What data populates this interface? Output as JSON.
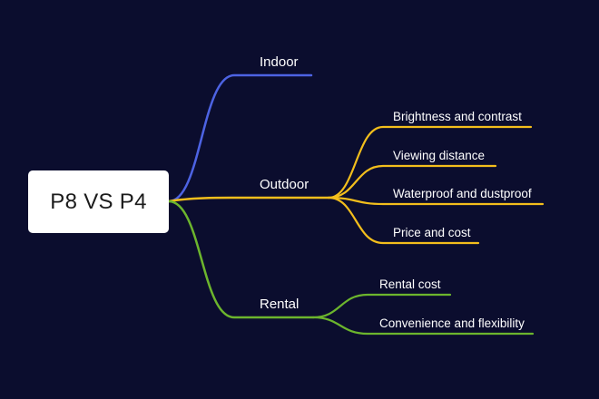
{
  "mindmap": {
    "root": {
      "label": "P8 VS P4"
    },
    "branches": [
      {
        "label": "Indoor",
        "color": "#4d63e3",
        "children": []
      },
      {
        "label": "Outdoor",
        "color": "#f3be1c",
        "children": [
          {
            "label": "Brightness and contrast"
          },
          {
            "label": "Viewing distance"
          },
          {
            "label": "Waterproof and dustproof"
          },
          {
            "label": "Price and cost"
          }
        ]
      },
      {
        "label": "Rental",
        "color": "#6cb52d",
        "children": [
          {
            "label": "Rental cost"
          },
          {
            "label": "Convenience and flexibility"
          }
        ]
      }
    ]
  }
}
